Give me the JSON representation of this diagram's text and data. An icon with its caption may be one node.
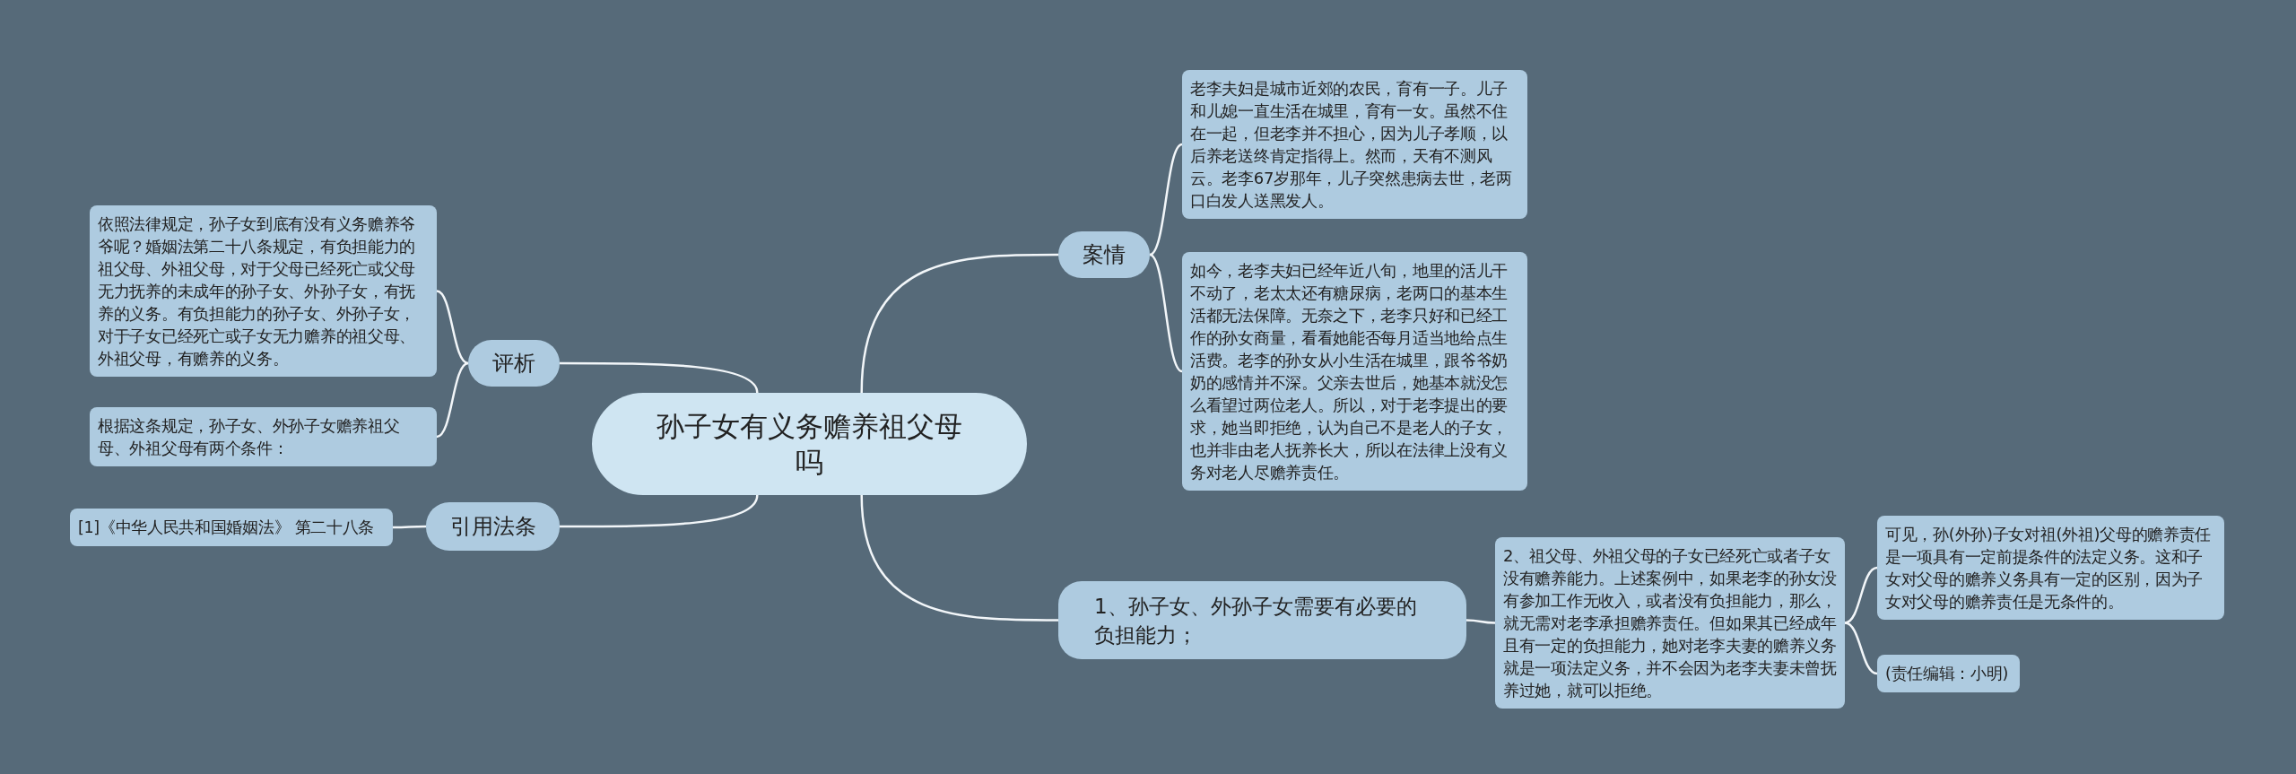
{
  "diagram": {
    "nodes": [
      {
        "text": [
          "孙子女有义务赡养祖父母吗"
        ]
      },
      {
        "text": [
          "案情"
        ]
      },
      {
        "text": [
          "老李夫妇是城市近郊的农民，育有一子。儿子和儿媳一直生活在城里，育有一女。虽然不住在一起，但老李并不担心，因为儿子孝顺，以后养老送终肯定指得上。然而，天有不测风云。老李67岁那年，儿子突然患病去世，老两口白发人送黑发人。"
        ]
      },
      {
        "text": [
          "如今，老李夫妇已经年近八旬，地里的活儿干不动了，老太太还有糖尿病，老两口的基本生活都无法保障。无奈之下，老李只好和已经工作的孙女商量，看看她能否每月适当地给点生活费。老李的孙女从小生活在城里，跟爷爷奶奶的感情并不深。父亲去世后，她基本就没怎么看望过两位老人。所以，对于老李提出的要求，她当即拒绝，认为自己不是老人的子女，也并非由老人抚养长大，所以在法律上没有义务对老人尽赡养责任。"
        ]
      },
      {
        "text": [
          "评析"
        ]
      },
      {
        "text": [
          "依照法律规定，孙子女到底有没有义务赡养爷爷呢？婚姻法第二十八条规定，有负担能力的祖父母、外祖父母，对于父母已经死亡或父母无力抚养的未成年的孙子女、外孙子女，有抚养的义务。有负担能力的孙子女、外孙子女，对于子女已经死亡或子女无力赡养的祖父母、外祖父母，有赡养的义务。"
        ]
      },
      {
        "text": [
          "根据这条规定，孙子女、外孙子女赡养祖父母、外祖父母有两个条件："
        ]
      },
      {
        "text": [
          "引用法条"
        ]
      },
      {
        "text": [
          "[1]《中华人民共和国婚姻法》 第二十八条"
        ]
      },
      {
        "text": [
          "1、孙子女、外孙子女需要有必要的负担能力；"
        ]
      },
      {
        "text": [
          "2、祖父母、外祖父母的子女已经死亡或者子女没有赡养能力。上述案例中，如果老李的孙女没有参加工作无收入，或者没有负担能力，那么，就无需对老李承担赡养责任。但如果其已经成年且有一定的负担能力，她对老李夫妻的赡养义务就是一项法定义务，并不会因为老李夫妻未曾抚养过她，就可以拒绝。"
        ]
      },
      {
        "text": [
          "可见，孙(外孙)子女对祖(外祖)父母的赡养责任是一项具有一定前提条件的法定义务。这和子女对父母的赡养义务具有一定的区别，因为子女对父母的赡养责任是无条件的。"
        ]
      },
      {
        "text": [
          "(责任编辑：小明)"
        ]
      }
    ],
    "edges": [
      {
        "from": 0,
        "to": 1,
        "arrow": "none"
      },
      {
        "from": 1,
        "to": 2,
        "arrow": "none"
      },
      {
        "from": 1,
        "to": 3,
        "arrow": "none"
      },
      {
        "from": 0,
        "to": 4,
        "arrow": "none"
      },
      {
        "from": 4,
        "to": 5,
        "arrow": "none"
      },
      {
        "from": 4,
        "to": 6,
        "arrow": "none"
      },
      {
        "from": 0,
        "to": 7,
        "arrow": "none"
      },
      {
        "from": 7,
        "to": 8,
        "arrow": "none"
      },
      {
        "from": 0,
        "to": 9,
        "arrow": "none"
      },
      {
        "from": 9,
        "to": 10,
        "arrow": "none"
      },
      {
        "from": 10,
        "to": 11,
        "arrow": "none"
      },
      {
        "from": 10,
        "to": 12,
        "arrow": "none"
      }
    ]
  }
}
